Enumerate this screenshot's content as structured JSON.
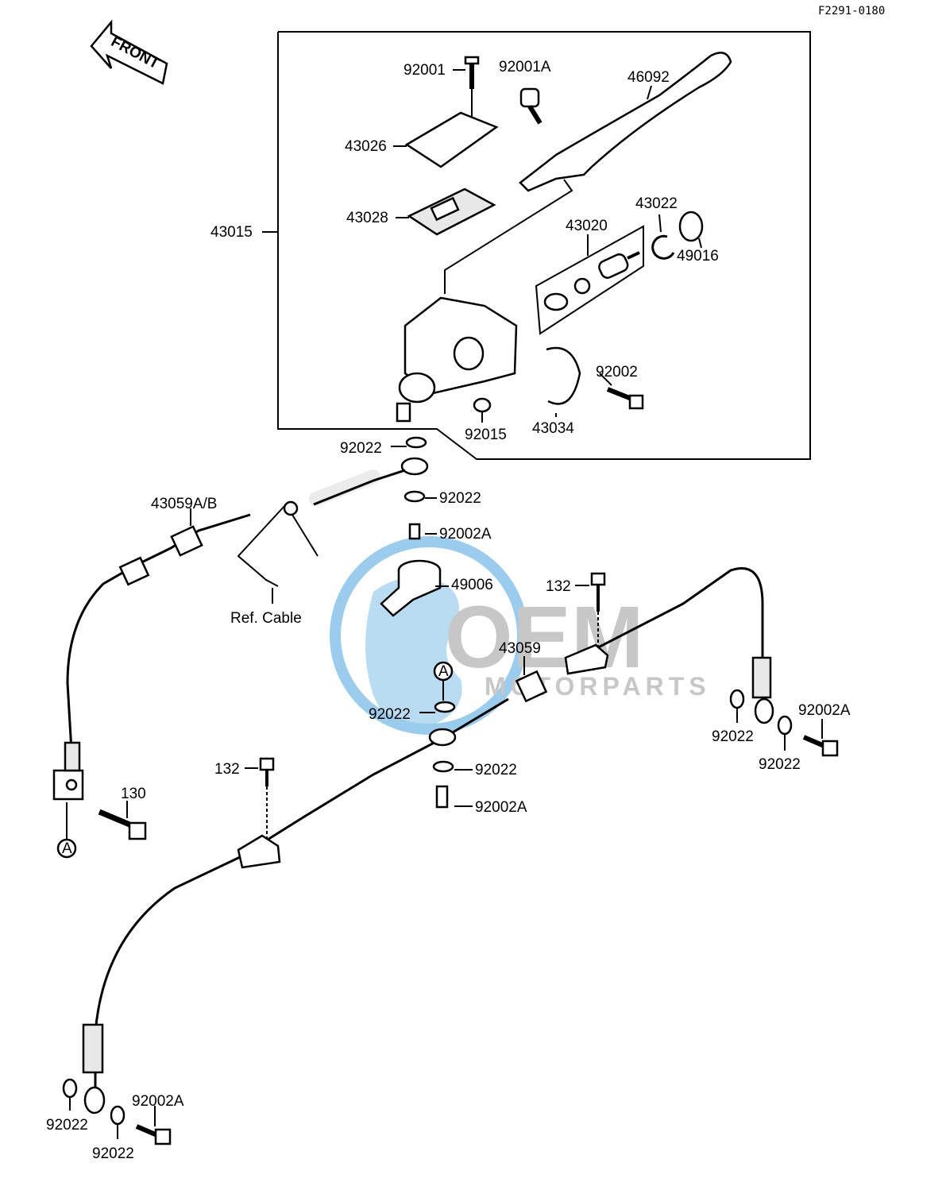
{
  "figure_code": "F2291-0180",
  "front_label": "FRONT",
  "watermark": {
    "brand": "OEM",
    "sub": "MOTORPARTS",
    "color_globe": "#4aa3df",
    "color_text": "#9a9a9a"
  },
  "callouts": {
    "c_92001": "92001",
    "c_92001A": "92001A",
    "c_46092": "46092",
    "c_43026": "43026",
    "c_43028": "43028",
    "c_43015": "43015",
    "c_43022": "43022",
    "c_43020": "43020",
    "c_49016": "49016",
    "c_92002": "92002",
    "c_92015": "92015",
    "c_43034": "43034",
    "c_92022_a": "92022",
    "c_92022_b": "92022",
    "c_92002A_a": "92002A",
    "c_43059AB": "43059A/B",
    "c_49006": "49006",
    "c_refcable": "Ref. Cable",
    "c_132_a": "132",
    "c_43059": "43059",
    "c_markA_a": "A",
    "c_92022_c": "92022",
    "c_92022_d": "92022",
    "c_92002A_b": "92002A",
    "c_92002A_c": "92002A",
    "c_92022_e": "92022",
    "c_92022_f": "92022",
    "c_132_b": "132",
    "c_130": "130",
    "c_markA_b": "A",
    "c_92002A_d": "92002A",
    "c_92022_g": "92022",
    "c_92022_h": "92022"
  }
}
